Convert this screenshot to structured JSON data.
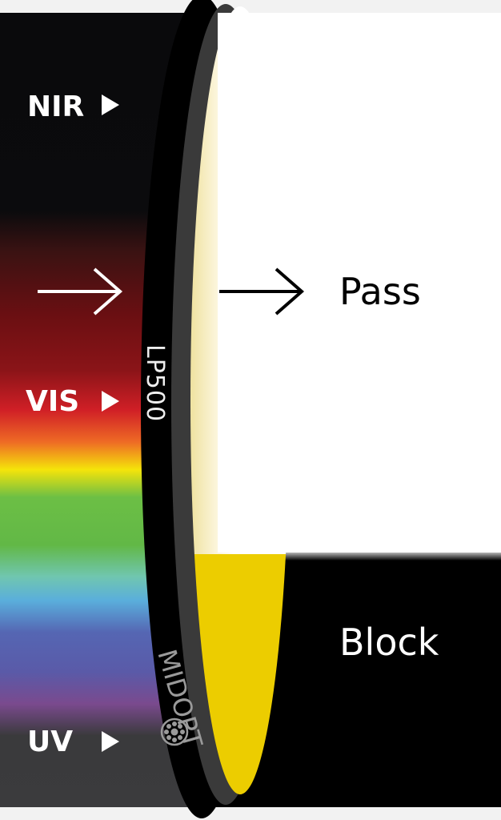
{
  "left_labels": {
    "nir": "NIR",
    "vis": "VIS",
    "uv": "UV"
  },
  "right_labels": {
    "pass": "Pass",
    "block": "Block"
  },
  "filter": {
    "model": "LP500",
    "brand": "MIDOPT"
  },
  "icons": {
    "label_marker": "triangle-right-icon",
    "flow": "arrow-right-icon",
    "logo": "midopt-logo-icon"
  },
  "colors": {
    "pass_bg": "#ffffff",
    "block_bg": "#000000",
    "filter_glass": "#eccd00",
    "filter_rim": "#3a3a3a",
    "filter_ring": "#000000"
  }
}
